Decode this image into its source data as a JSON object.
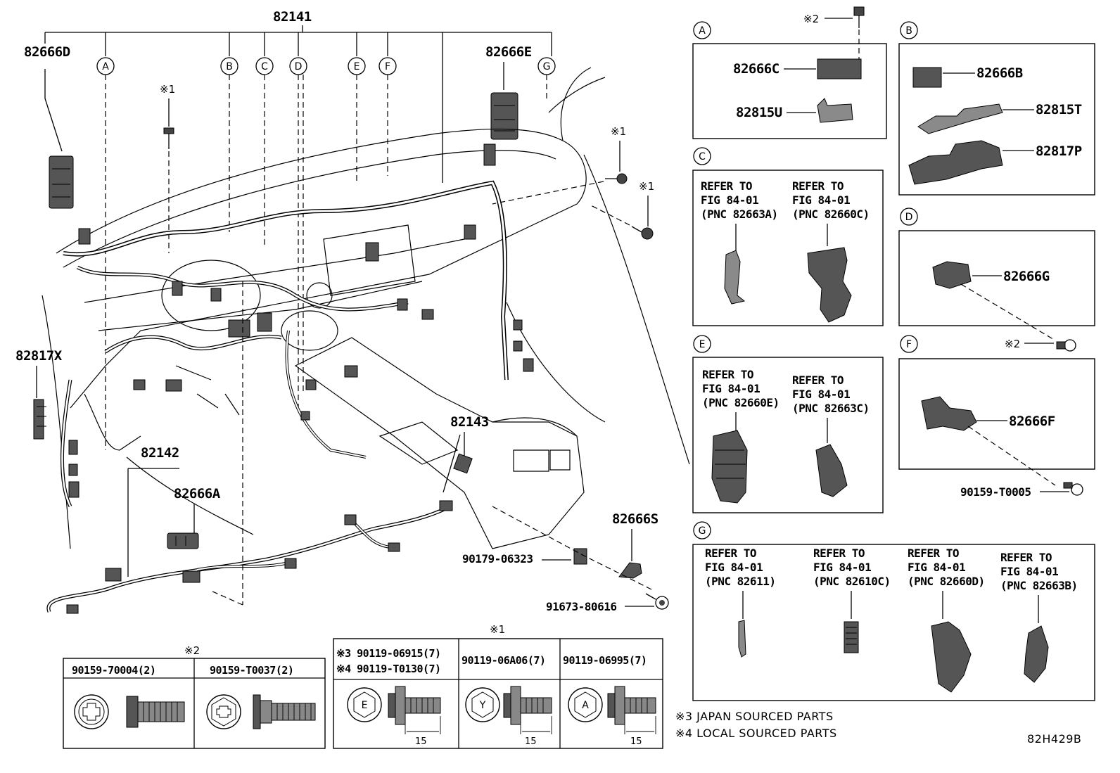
{
  "top_labels": {
    "main_harness": "82141",
    "bracket_left": "82666D",
    "bracket_e": "82666E",
    "bracket_x": "82817X",
    "floor_harness": "82142",
    "console_harness": "82143",
    "bracket_a": "82666A",
    "bracket_s": "82666S",
    "clip": "90179-06323",
    "bolt": "91673-80616",
    "note_sym": "※1",
    "note_sym_2": "※2"
  },
  "callouts": [
    "A",
    "B",
    "C",
    "D",
    "E",
    "F",
    "G"
  ],
  "inset_a": {
    "letter": "A",
    "label_1": "82666C",
    "label_2": "82815U"
  },
  "inset_b": {
    "letter": "B",
    "label_1": "82666B",
    "label_2": "82815T",
    "label_3": "82817P"
  },
  "inset_c": {
    "letter": "C",
    "refs": [
      {
        "line1": "REFER TO",
        "line2": "FIG 84-01",
        "line3": "(PNC 82663A)"
      },
      {
        "line1": "REFER TO",
        "line2": "FIG 84-01",
        "line3": "(PNC 82660C)"
      }
    ]
  },
  "inset_d": {
    "letter": "D",
    "label": "82666G",
    "screw_sym": "※2"
  },
  "inset_e": {
    "letter": "E",
    "refs": [
      {
        "line1": "REFER TO",
        "line2": "FIG 84-01",
        "line3": "(PNC 82660E)"
      },
      {
        "line1": "REFER TO",
        "line2": "FIG 84-01",
        "line3": "(PNC 82663C)"
      }
    ]
  },
  "inset_f": {
    "letter": "F",
    "label": "82666F",
    "bolt": "90159-T0005"
  },
  "inset_g": {
    "letter": "G",
    "refs": [
      {
        "line1": "REFER TO",
        "line2": "FIG 84-01",
        "line3": "(PNC 82611)"
      },
      {
        "line1": "REFER TO",
        "line2": "FIG 84-01",
        "line3": "(PNC 82610C)"
      },
      {
        "line1": "REFER TO",
        "line2": "FIG 84-01",
        "line3": "(PNC 82660D)"
      },
      {
        "line1": "REFER TO",
        "line2": "FIG 84-01",
        "line3": "(PNC 82663B)"
      }
    ]
  },
  "fastener_table_2": {
    "group": "※2",
    "col1": "90159-70004(2)",
    "col2": "90159-T0037(2)"
  },
  "fastener_table_1": {
    "group": "※1",
    "col1_a": "※3 90119-06915(7)",
    "col1_b": "※4 90119-T0130(7)",
    "col2": "90119-06A06(7)",
    "col3": "90119-06995(7)",
    "head_1": "E",
    "head_2": "Y",
    "head_3": "A",
    "dimension": "15"
  },
  "notes": {
    "note_3": "※3 JAPAN SOURCED PARTS",
    "note_4": "※4 LOCAL SOURCED PARTS"
  },
  "figure_id": "82H429B"
}
